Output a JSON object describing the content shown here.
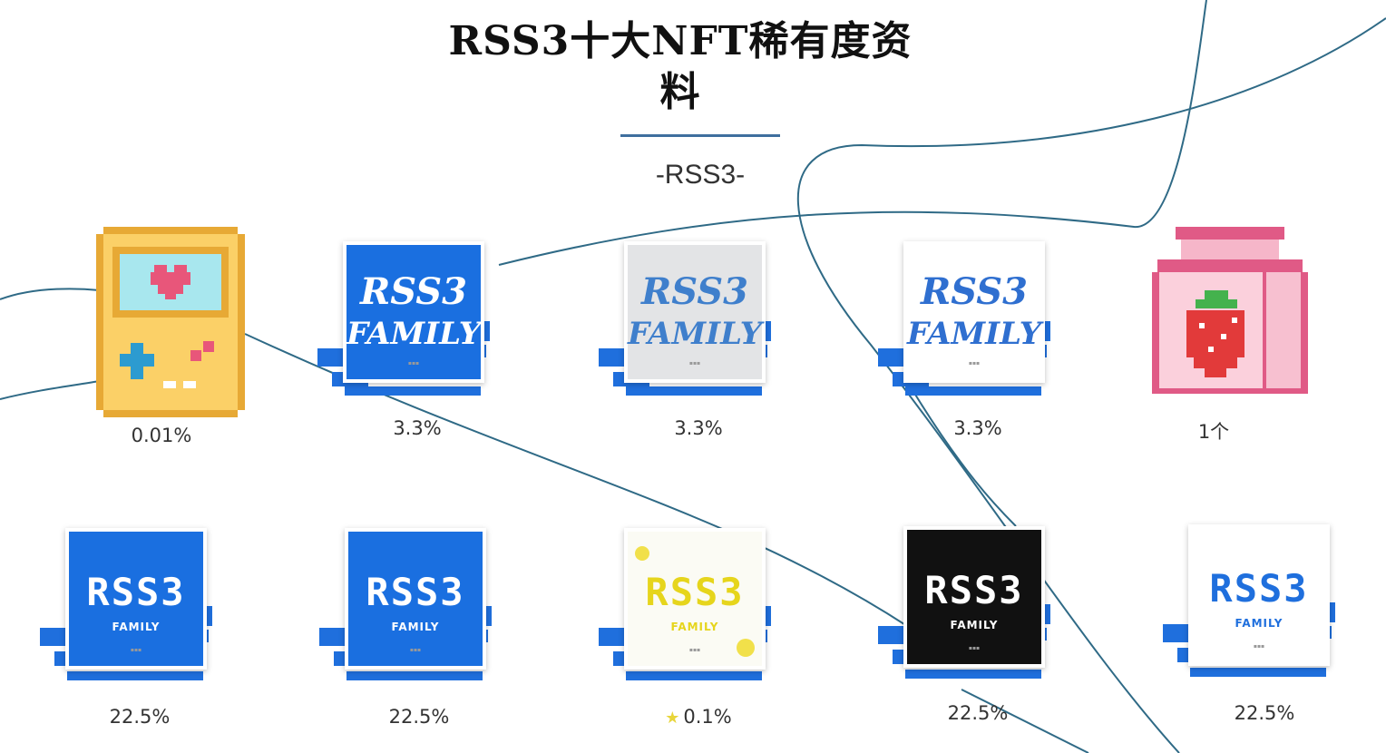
{
  "title_line1": "RSS3十大NFT稀有度资",
  "title_line2": "料",
  "subtitle": "-RSS3-",
  "row1": [
    {
      "kind": "gameboy-icon",
      "label": "0.01%"
    },
    {
      "kind": "script",
      "tile_word1": "RSS3",
      "tile_word2": "FAMILY",
      "bg": "#1a6fe0",
      "fg": "#ffffff",
      "label": "3.3%"
    },
    {
      "kind": "script",
      "tile_word1": "RSS3",
      "tile_word2": "FAMILY",
      "bg": "#e3e4e6",
      "fg": "#3f7fcc",
      "label": "3.3%"
    },
    {
      "kind": "script",
      "tile_word1": "RSS3",
      "tile_word2": "FAMILY",
      "bg": "#ffffff",
      "fg": "#2f6fd0",
      "label": "3.3%"
    },
    {
      "kind": "milk-carton-icon",
      "label": "1个"
    }
  ],
  "row2": [
    {
      "kind": "block",
      "tile_word1": "RSS3",
      "tile_word2": "FAMILY",
      "bg": "#1a6fe0",
      "fg": "#ffffff",
      "label": "22.5%"
    },
    {
      "kind": "block",
      "tile_word1": "RSS3",
      "tile_word2": "FAMILY",
      "bg": "#1a6fe0",
      "fg": "#ffffff",
      "label": "22.5%"
    },
    {
      "kind": "block",
      "tile_word1": "RSS3",
      "tile_word2": "FAMILY",
      "bg": "#fbfbf4",
      "fg": "#e6d51c",
      "label": "0.1%",
      "star": true
    },
    {
      "kind": "block",
      "tile_word1": "RSS3",
      "tile_word2": "FAMILY",
      "bg": "#111111",
      "fg": "#ffffff",
      "label": "22.5%"
    },
    {
      "kind": "block",
      "tile_word1": "RSS3",
      "tile_word2": "FAMILY",
      "bg": "#ffffff",
      "fg": "#1f6fdd",
      "label": "22.5%"
    }
  ],
  "colors": {
    "accent": "#1f6fdd",
    "line": "#2f6a86"
  }
}
